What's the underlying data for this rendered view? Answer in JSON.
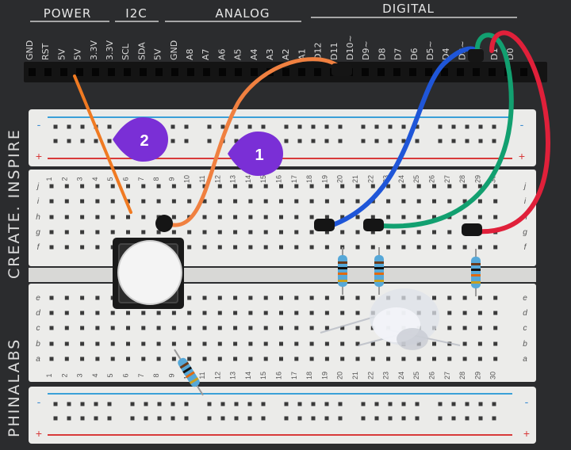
{
  "headers": [
    "POWER",
    "I2C",
    "ANALOG",
    "DIGITAL"
  ],
  "pin_labels": [
    "GND",
    "RST",
    "5V",
    "5V",
    "3.3V",
    "3.3V",
    "SCL",
    "SDA",
    "5V",
    "GND",
    "A8",
    "A7",
    "A6",
    "A5",
    "A4",
    "A3",
    "A2",
    "A1",
    "D12",
    "D11",
    "D10~",
    "D9~",
    "D8",
    "D7",
    "D6",
    "D5~",
    "D4",
    "D3~",
    "D2",
    "D1",
    "D0"
  ],
  "side_text": [
    "CREATE. INSPIRE",
    "PHINALABS"
  ],
  "row_letters_top": [
    "j",
    "i",
    "h",
    "g",
    "f"
  ],
  "row_letters_bottom": [
    "e",
    "d",
    "c",
    "b",
    "a"
  ],
  "column_numbers": [
    "1",
    "2",
    "3",
    "4",
    "5",
    "6",
    "7",
    "8",
    "9",
    "10",
    "11",
    "12",
    "13",
    "14",
    "15",
    "16",
    "17",
    "18",
    "19",
    "20",
    "21",
    "22",
    "23",
    "24",
    "25",
    "26",
    "27",
    "28",
    "29",
    "30"
  ],
  "rail_signs": [
    "-",
    "+"
  ],
  "markers": [
    {
      "label": "2"
    },
    {
      "label": "1"
    }
  ],
  "colors": {
    "board": "#2b2c2e",
    "breadboard": "#ececea",
    "rail_blue": "#3aa0d8",
    "rail_red": "#d83a3a",
    "wire_orange_1": "#f07a22",
    "wire_orange_2": "#f08040",
    "wire_blue": "#1f56d8",
    "wire_green": "#12a070",
    "wire_red": "#e0203a",
    "marker": "#7a2fd6"
  }
}
